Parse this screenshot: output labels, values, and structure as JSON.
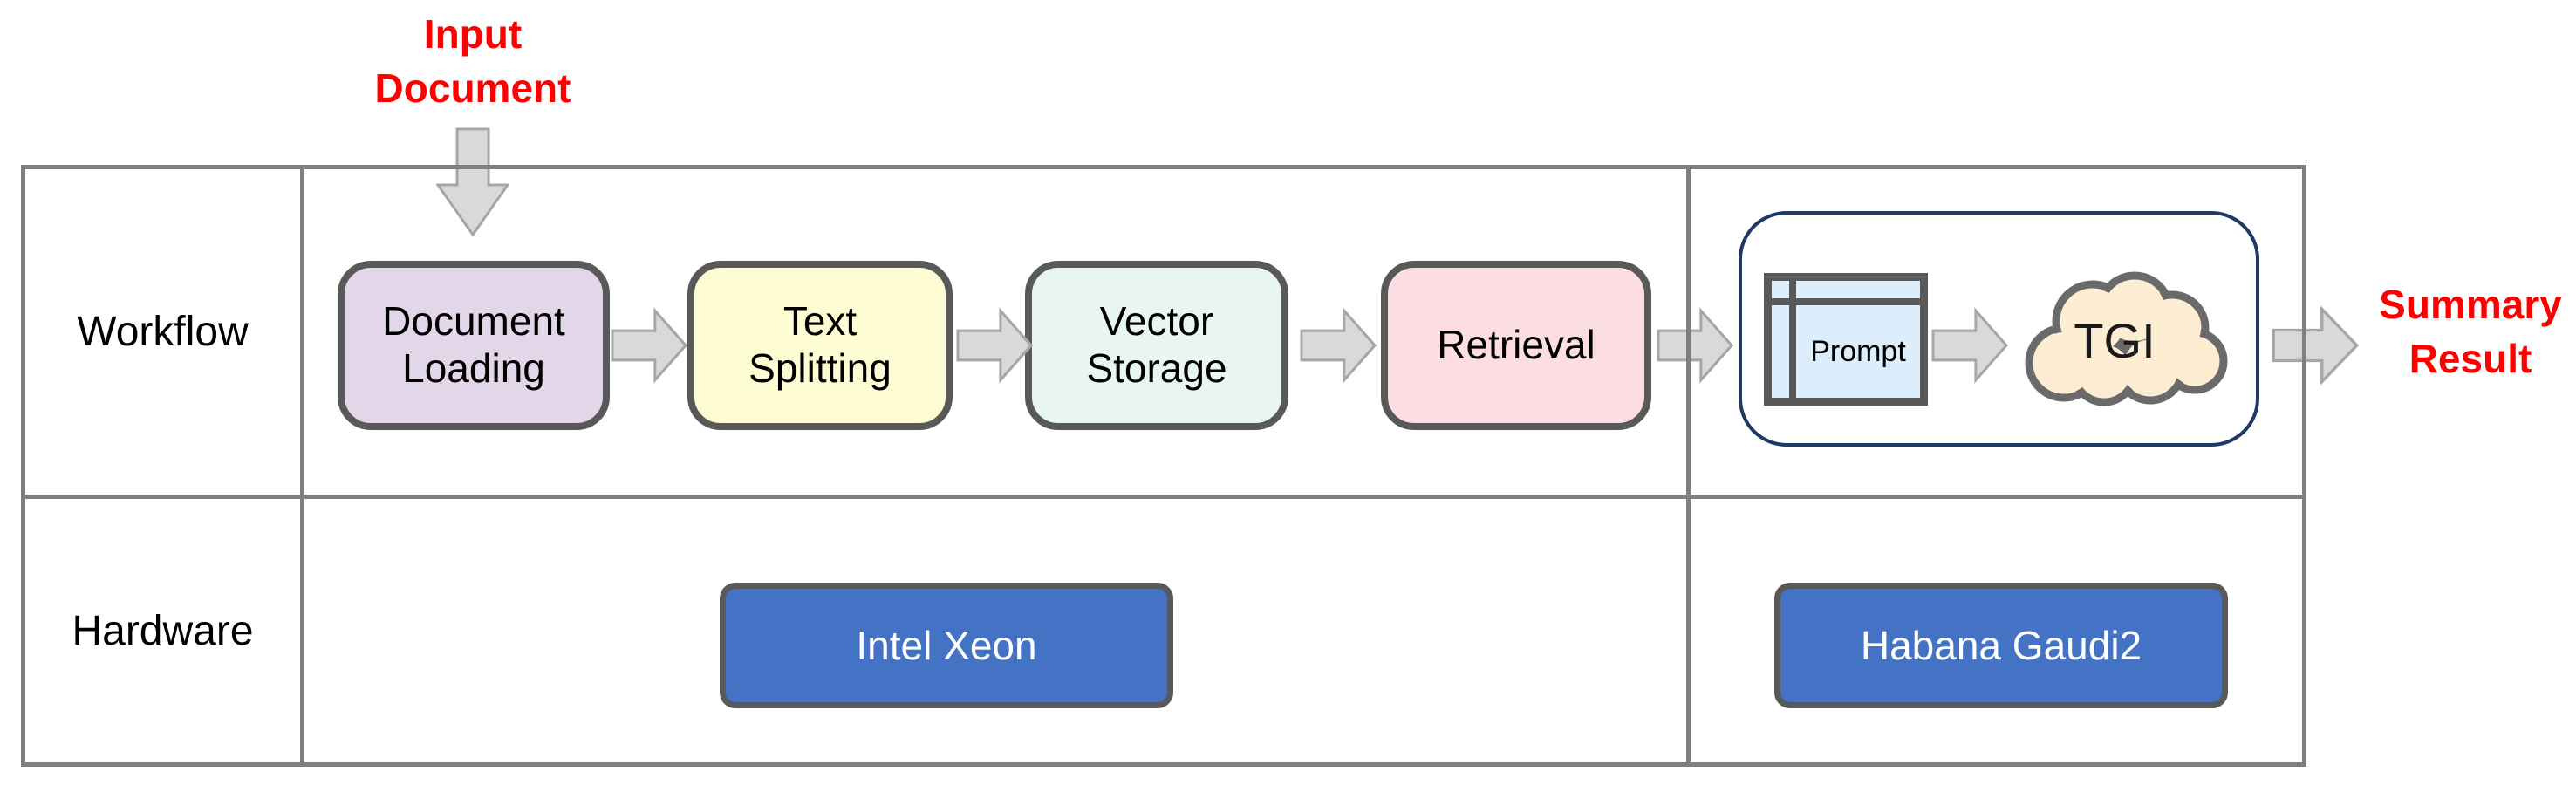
{
  "annotations": {
    "input_label": {
      "line1": "Input",
      "line2": "Document",
      "color": "#ff0000"
    },
    "output_label": {
      "line1": "Summary",
      "line2": "Result",
      "color": "#ff0000"
    }
  },
  "table": {
    "row_labels": [
      {
        "label": "Workflow"
      },
      {
        "label": "Hardware"
      }
    ],
    "line_color": "#7f7f7f"
  },
  "workflow": {
    "steps": [
      {
        "label": "Document Loading",
        "fill": "#e2d6e8"
      },
      {
        "label": "Text Splitting",
        "fill": "#fdfcd2"
      },
      {
        "label": "Vector Storage",
        "fill": "#e9f6ef"
      },
      {
        "label": "Retrieval",
        "fill": "#fcdde1"
      }
    ],
    "serving_group": {
      "prompt_label": "Prompt",
      "prompt_fill": "#dceefb",
      "tgi_label": "TGI",
      "cloud_fill": "#fdeed3",
      "border_color": "#1f3864"
    }
  },
  "hardware": {
    "items": [
      {
        "label": "Intel Xeon",
        "fill": "#4472c4"
      },
      {
        "label": "Habana Gaudi2",
        "fill": "#4472c4"
      }
    ],
    "text_color": "#ffffff"
  },
  "arrows": {
    "fill": "#d9d9d9",
    "stroke": "#a6a6a6"
  },
  "box_border_color": "#595959"
}
